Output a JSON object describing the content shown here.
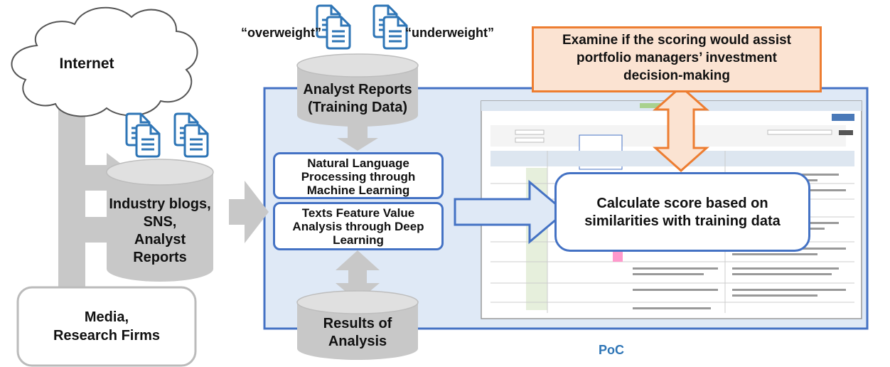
{
  "cloud": {
    "label": "Internet"
  },
  "media_box": {
    "label_line1": "Media,",
    "label_line2": "Research Firms"
  },
  "db_sources": {
    "line1": "Industry blogs,",
    "line2": "SNS,",
    "line3": "Analyst Reports"
  },
  "db_training": {
    "line1": "Analyst Reports",
    "line2": "(Training Data)"
  },
  "db_results": {
    "line1": "Results of",
    "line2": "Analysis"
  },
  "tags": {
    "overweight": "“overweight”",
    "underweight": "“underweight”"
  },
  "nlp_box": {
    "line1": "Natural Language",
    "line2": "Processing through",
    "line3": "Machine Learning"
  },
  "feature_box": {
    "line1": "Texts Feature Value",
    "line2": "Analysis through Deep",
    "line3": "Learning"
  },
  "score_box": {
    "line1": "Calculate score based on",
    "line2": "similarities with training data"
  },
  "examine_box": {
    "line1": "Examine if the scoring would assist",
    "line2": "portfolio managers’ investment",
    "line3": "decision-making"
  },
  "poc_label": "PoC",
  "colors": {
    "poc_fill": "#dfe9f6",
    "poc_border": "#4472c4",
    "gray": "#c8c8c8",
    "orange_fill": "#fbe3d2",
    "orange_border": "#ed7d31",
    "doc_blue": "#2e75b6"
  },
  "icons": [
    "document-icon",
    "cloud-shape",
    "database-cylinder",
    "screenshot-thumbnail"
  ]
}
